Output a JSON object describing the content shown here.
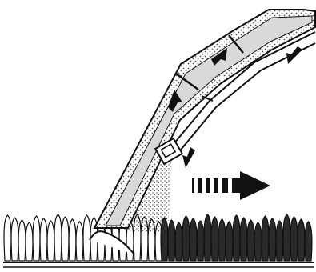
{
  "diagram": {
    "colors": {
      "ink": "#111111",
      "paper": "#ffffff",
      "dirty_fiber": "#2a2a2a",
      "airflow_fill": "#d9d9d9"
    },
    "icons": [
      "upward-airflow-arrow",
      "upward-airflow-arrow",
      "downward-solution-arrow",
      "downward-solution-arrow",
      "direction-of-travel-arrow"
    ]
  }
}
